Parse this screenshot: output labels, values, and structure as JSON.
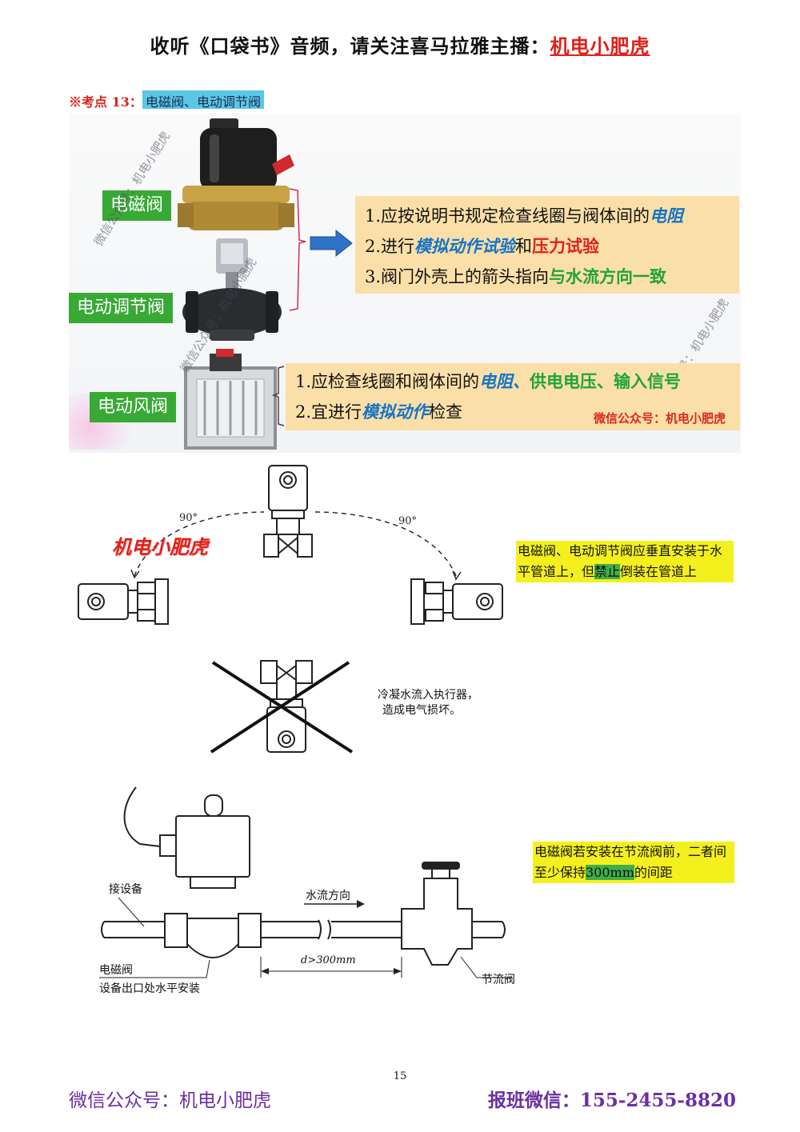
{
  "header": {
    "prefix": "收听《口袋书》音频，请关注喜马拉雅主播：",
    "brand": "机电小肥虎"
  },
  "section": {
    "label": "※考点 13：",
    "topic": "电磁阀、电动调节阀"
  },
  "valves": {
    "solenoid": "电磁阀",
    "motorized": "电动调节阀",
    "damper": "电动风阀"
  },
  "note1": {
    "l1_a": "1.应按说明书规定检查线圈与阀体间的",
    "l1_b": "电阻",
    "l2_a": "2.进行",
    "l2_b": "模拟动作试验",
    "l2_c": "和",
    "l2_d": "压力试验",
    "l3_a": "3.阀门外壳上的箭头指向",
    "l3_b": "与水流方向一致"
  },
  "note2": {
    "l1_a": "1.应检查线圈和阀体间的",
    "l1_b": "电阻、",
    "l1_c": "供电电压、输入信号",
    "l2_a": "2.宜进行",
    "l2_b": "模拟动作",
    "l2_c": "检查",
    "wm": "微信公众号：机电小肥虎"
  },
  "watermarks": {
    "w1": "微信公众号：机电小肥虎",
    "w2": "微信公众号：机电小肥虎",
    "w3": "号：机电小肥虎"
  },
  "diagram1": {
    "angle_left": "90°",
    "angle_right": "90°",
    "brand": "机电小肥虎"
  },
  "tip1": {
    "a": "电磁阀、电动调节阀应垂直安装于水平管道上，但",
    "b": "禁止",
    "c": "倒装在管道上"
  },
  "diagram2": {
    "caption_l1": "冷凝水流入执行器，",
    "caption_l2": "造成电气损坏。"
  },
  "diagram3": {
    "equipment": "接设备",
    "flow": "水流方向",
    "distance": "d>300mm",
    "solenoid": "电磁阀",
    "solenoid_note": "设备出口处水平安装",
    "throttle": "节流阀"
  },
  "tip2": {
    "a": "电磁阀若安装在节流阀前，二者间至少保持",
    "b": "300mm",
    "c": "的间距"
  },
  "page_number": "15",
  "footer": {
    "left": "微信公众号：机电小肥虎",
    "right": "报班微信：155-2455-8820"
  },
  "colors": {
    "accent_red": "#e0201b",
    "label_green": "#39a935",
    "note_bg": "#fbdfa8",
    "tip_yellow": "#f4f01e",
    "footer_purple": "#6b2fa3",
    "emph_blue": "#1574c6"
  }
}
